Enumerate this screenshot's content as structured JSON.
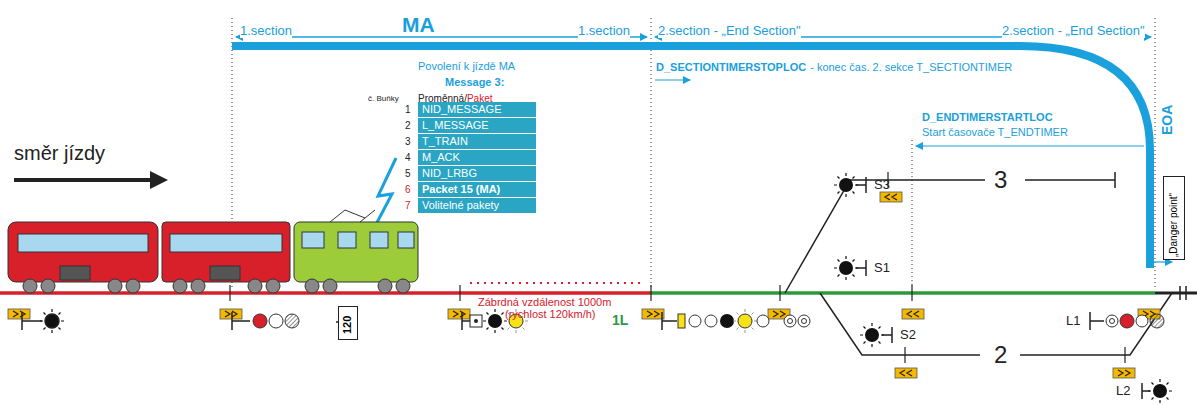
{
  "diagram": {
    "nodes": [
      {
        "text": [
          "NID_MESSAGE"
        ]
      },
      {
        "text": [
          "L_MESSAGE"
        ]
      },
      {
        "text": [
          "T_TRAIN"
        ]
      },
      {
        "text": [
          "M_ACK"
        ]
      },
      {
        "text": [
          "NID_LRBG"
        ]
      },
      {
        "text": [
          "Packet 15 (MA)"
        ]
      },
      {
        "text": [
          "Volitelné pakety"
        ]
      },
      {
        "text": [
          "120"
        ]
      },
      {
        "text": [
          "„Danger point\""
        ]
      }
    ],
    "labels": [
      "1.section",
      "MA",
      "1.section",
      "2.section - „End Section\"",
      "2.section - „End Section\"",
      "Povolení k jízdě MA",
      "Message 3:",
      "č. Buňky",
      "Proměnná/",
      "Paket",
      "1",
      "2",
      "3",
      "4",
      "5",
      "6",
      "7",
      "D_SECTIONTIMERSTOPLOC",
      "- konec čas. 2. sekce T_SECTIONTIMER",
      "D_ENDTIMERSTARTLOC",
      "Start časovače T_ENDTIMER",
      "EOA",
      "směr jízdy",
      "S3",
      "S1",
      "S2",
      "3",
      "2",
      "L1",
      "L2",
      "1L",
      "Zábrdná vzdálenost 1000m",
      "(rychlost 120km/h)"
    ]
  }
}
